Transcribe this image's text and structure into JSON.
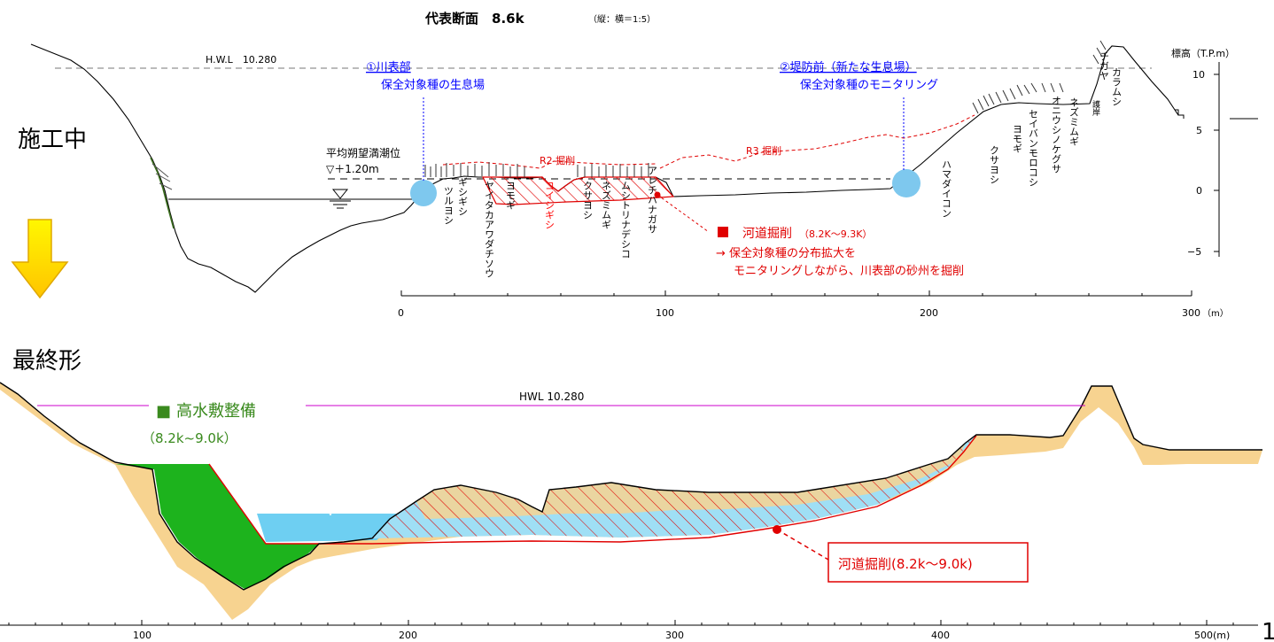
{
  "header": {
    "title": "代表断面　8.6k",
    "scale_note": "（縦：横＝1:5）"
  },
  "upper_section": {
    "state_label": "施工中",
    "hwl_label": "H.W.L　10.280",
    "mean_tide_label": "平均朔望満潮位",
    "mean_tide_value": "▽＋1.20m",
    "callout_river_side": {
      "title": "①川表部",
      "body": "保全対象種の生息場"
    },
    "callout_levee_front": {
      "title": "②堤防前（新たな生息場）",
      "body": "保全対象種のモニタリング"
    },
    "r2_label": "R2 掘削",
    "r3_label": "R3 掘削",
    "excavation_note": {
      "title": "河道掘削",
      "range": "（8.2K～9.3K）",
      "line1": "→ 保全対象種の分布拡大を",
      "line2": "モニタリングしながら、川表部の砂州を掘削"
    },
    "levee_label": "護岸",
    "elevation_axis": {
      "title": "標高（T.P.m）",
      "ticks": [
        "10",
        "5",
        "0",
        "−5"
      ]
    },
    "distance_axis": {
      "ticks": [
        "0",
        "100",
        "200",
        "300"
      ],
      "unit": "（m）"
    },
    "species": [
      {
        "name": "ツルヨシ",
        "color": "#000000"
      },
      {
        "name": "ギシギシ",
        "color": "#000000"
      },
      {
        "name": "ヤイタカアワダチソウ",
        "color": "#000000"
      },
      {
        "name": "ヨモギ",
        "color": "#000000"
      },
      {
        "name": "コイシギシ",
        "color": "#ff0000"
      },
      {
        "name": "クサヨシ",
        "color": "#000000"
      },
      {
        "name": "ネズミムギ",
        "color": "#000000"
      },
      {
        "name": "ムシトリナデシコ",
        "color": "#000000"
      },
      {
        "name": "アレチハナガサ",
        "color": "#000000"
      },
      {
        "name": "ハマダイコン",
        "color": "#000000"
      },
      {
        "name": "クサヨシ",
        "color": "#000000"
      },
      {
        "name": "ヨモギ",
        "color": "#000000"
      },
      {
        "name": "セイバンモロコシ",
        "color": "#000000"
      },
      {
        "name": "オニウシノケグサ",
        "color": "#000000"
      },
      {
        "name": "ネズミムギ",
        "color": "#000000"
      },
      {
        "name": "チガヤ",
        "color": "#000000"
      },
      {
        "name": "カラムシ",
        "color": "#000000"
      }
    ]
  },
  "lower_section": {
    "state_label": "最終形",
    "hwl_label": "HWL 10.280",
    "high_water_bed": {
      "marker": "■",
      "title": "高水敷整備",
      "range": "（8.2k~9.0k）"
    },
    "excavation_box_label": "河道掘削(8.2k～9.0k)",
    "distance_axis": {
      "ticks": [
        "100",
        "200",
        "300",
        "400",
        "500(m)"
      ]
    },
    "page_number": "1"
  },
  "colors": {
    "callout_blue": "#0000ff",
    "excavation_red": "#e00000",
    "hwl_magenta": "#cc00cc",
    "green_label": "#3a8a1e",
    "fill_green": "#1db31d",
    "fill_sand": "#f7d390",
    "fill_water": "#6ecff2",
    "arrow_yellow": "#ffea00",
    "marker_cyan": "#7ec8ee"
  }
}
